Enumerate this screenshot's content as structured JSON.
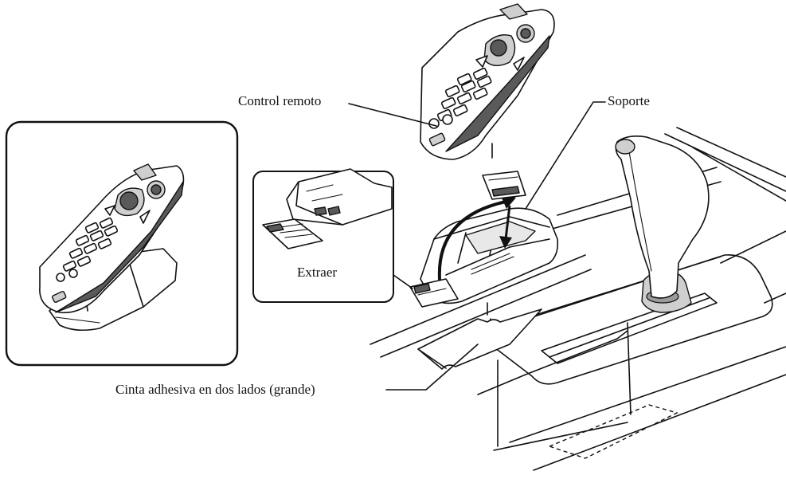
{
  "labels": {
    "remote": "Control remoto",
    "holder": "Soporte",
    "remove": "Extraer",
    "tape": "Cinta adhesiva en dos lados (grande)"
  }
}
